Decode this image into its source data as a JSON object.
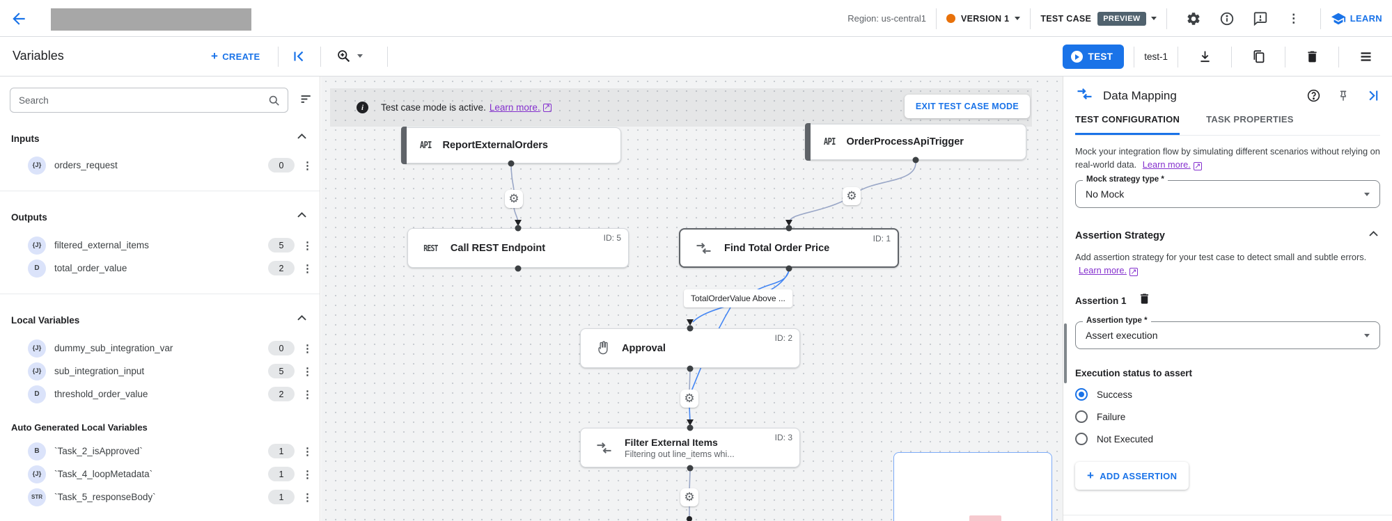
{
  "glyphs": {
    "gear": "⚙",
    "kebab": "⋮",
    "info_i": "i",
    "plus": "+",
    "question": "?"
  },
  "header": {
    "region": "Region: us-central1",
    "version": "VERSION 1",
    "test_case": "TEST CASE",
    "preview": "PREVIEW",
    "learn": "LEARN"
  },
  "toolbar": {
    "title": "Variables",
    "create": "CREATE",
    "test": "TEST",
    "test_name": "test-1"
  },
  "sidebar": {
    "search_placeholder": "Search",
    "groups": [
      {
        "title": "Inputs",
        "items": [
          {
            "type": "{J}",
            "name": "orders_request",
            "count": "0"
          }
        ]
      },
      {
        "title": "Outputs",
        "items": [
          {
            "type": "{J}",
            "name": "filtered_external_items",
            "count": "5"
          },
          {
            "type": "D",
            "name": "total_order_value",
            "count": "2"
          }
        ]
      },
      {
        "title": "Local Variables",
        "items": [
          {
            "type": "{J}",
            "name": "dummy_sub_integration_var",
            "count": "0"
          },
          {
            "type": "{J}",
            "name": "sub_integration_input",
            "count": "5"
          },
          {
            "type": "D",
            "name": "threshold_order_value",
            "count": "2"
          }
        ]
      },
      {
        "title": "Auto Generated Local Variables",
        "items": [
          {
            "type": "B",
            "name": "`Task_2_isApproved`",
            "count": "1"
          },
          {
            "type": "{J}",
            "name": "`Task_4_loopMetadata`",
            "count": "1"
          },
          {
            "type": "STR",
            "name": "`Task_5_responseBody`",
            "count": "1"
          }
        ]
      }
    ]
  },
  "canvas": {
    "banner": {
      "text": "Test case mode is active.",
      "link": "Learn more.",
      "button": "EXIT TEST CASE MODE"
    },
    "edge_label": "TotalOrderValue Above ...",
    "nodes": [
      {
        "badge": "API",
        "title": "ReportExternalOrders"
      },
      {
        "badge": "API",
        "title": "OrderProcessApiTrigger"
      },
      {
        "badge": "REST",
        "title": "Call REST Endpoint",
        "id": "ID: 5"
      },
      {
        "title": "Find Total Order Price",
        "id": "ID: 1"
      },
      {
        "title": "Approval",
        "id": "ID: 2"
      },
      {
        "title": "Filter External Items",
        "id": "ID: 3",
        "subtitle": "Filtering out line_items whi..."
      }
    ]
  },
  "panel": {
    "title": "Data Mapping",
    "tabs": [
      "TEST CONFIGURATION",
      "TASK PROPERTIES"
    ],
    "mock_desc": "Mock your integration flow by simulating different scenarios without relying on real-world data.",
    "mock_link": "Learn more.",
    "mock_label": "Mock strategy type *",
    "mock_value": "No Mock",
    "assertion_title": "Assertion Strategy",
    "assertion_desc": "Add assertion strategy for your test case to detect small and subtle errors.",
    "assertion_link": "Learn more.",
    "assertion_name": "Assertion 1",
    "type_label": "Assertion type *",
    "type_value": "Assert execution",
    "status_label": "Execution status to assert",
    "radios": [
      {
        "label": "Success",
        "selected": true
      },
      {
        "label": "Failure",
        "selected": false
      },
      {
        "label": "Not Executed",
        "selected": false
      }
    ],
    "add_assertion": "ADD ASSERTION"
  }
}
